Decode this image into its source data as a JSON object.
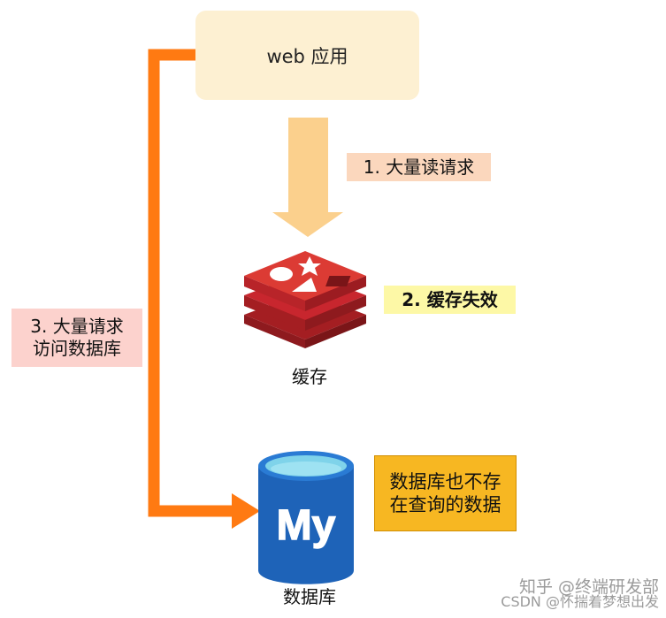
{
  "web_app": {
    "label": "web 应用"
  },
  "steps": {
    "step1": "1. 大量读请求",
    "step2": "2. 缓存失效",
    "step3_line1": "3. 大量请求",
    "step3_line2": "访问数据库"
  },
  "cache": {
    "caption": "缓存"
  },
  "database": {
    "caption": "数据库",
    "logo_text": "My"
  },
  "note": {
    "line1": "数据库也不存",
    "line2": "在查询的数据"
  },
  "watermark": {
    "line1": "知乎 @终端研发部",
    "line2": "CSDN @怀揣着梦想出发"
  },
  "colors": {
    "orange_arrow": "#ff7a12",
    "light_arrow": "#fbd08d",
    "redis_red": "#c8262e",
    "mysql_blue": "#1e63b8"
  }
}
